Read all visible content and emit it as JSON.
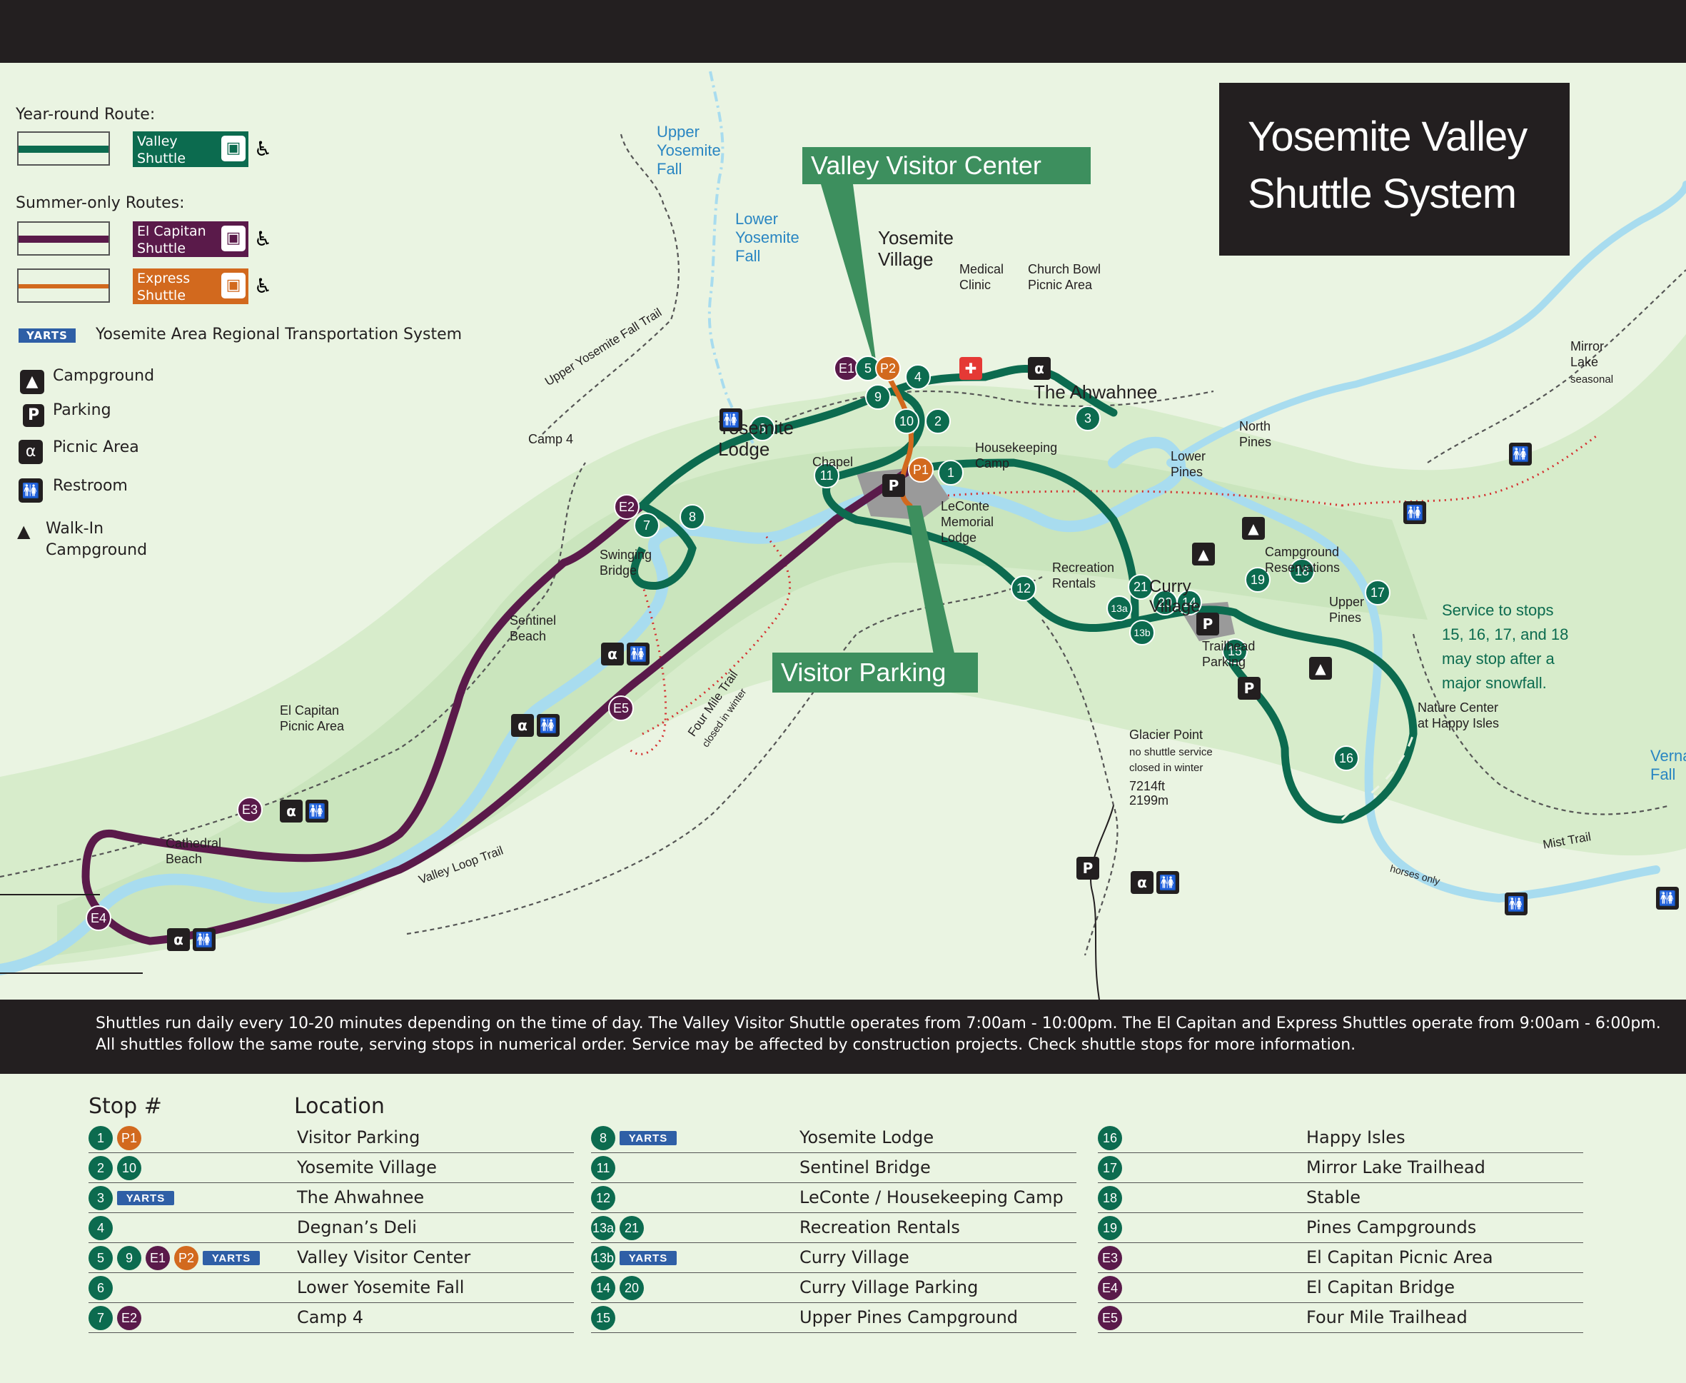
{
  "title": {
    "line1": "Yosemite Valley",
    "line2": "Shuttle System"
  },
  "legend": {
    "year_round_heading": "Year-round Route:",
    "summer_heading": "Summer-only Routes:",
    "valley_shuttle": "Valley Shuttle",
    "el_capitan_shuttle": "El Capitan Shuttle",
    "express_shuttle": "Express Shuttle",
    "yarts_logo": "YARTS",
    "yarts_label": "Yosemite Area Regional Transportation System",
    "campground": "Campground",
    "parking": "Parking",
    "picnic_area": "Picnic Area",
    "restroom": "Restroom",
    "walkin_campground": "Walk-In Campground"
  },
  "callouts": {
    "valley_visitor_center": "Valley Visitor Center",
    "visitor_parking": "Visitor Parking",
    "service_note": "Service to stops 15, 16, 17, and 18 may stop after a major snowfall."
  },
  "places": {
    "upper_yosemite_fall": "Upper Yosemite Fall",
    "lower_yosemite_fall": "Lower Yosemite Fall",
    "yosemite_village": "Yosemite Village",
    "medical_clinic": "Medical Clinic",
    "church_bowl": "Church Bowl Picnic Area",
    "the_ahwahnee": "The Ahwahnee",
    "mirror_lake": "Mirror Lake",
    "seasonal": "seasonal",
    "yosemite_lodge": "Yosemite Lodge",
    "camp4": "Camp 4",
    "chapel": "Chapel",
    "housekeeping_camp": "Housekeeping Camp",
    "leconte": "LeConte Memorial Lodge",
    "north_pines": "North Pines",
    "lower_pines": "Lower Pines",
    "upper_pines": "Upper Pines",
    "campground_reservations": "Campground Reservations",
    "recreation_rentals": "Recreation Rentals",
    "curry_village": "Curry Village",
    "trailhead_parking": "Trailhead Parking",
    "nature_center": "Nature Center at Happy Isles",
    "swinging_bridge": "Swinging Bridge",
    "sentinel_beach": "Sentinel Beach",
    "four_mile_trail": "Four Mile Trail",
    "closed_in_winter": "closed in winter",
    "el_capitan_picnic": "El Capitan Picnic Area",
    "cathedral_beach": "Cathedral Beach",
    "valley_loop_trail": "Valley Loop Trail",
    "upper_yosemite_fall_trail": "Upper Yosemite Fall Trail",
    "glacier_point": "Glacier Point",
    "no_shuttle": "no shuttle service",
    "closed_winter": "closed in winter",
    "elev_ft": "7214ft",
    "elev_m": "2199m",
    "vernal_fall": "Vernal Fall",
    "mist_trail": "Mist Trail",
    "horses_only": "horses only"
  },
  "info": {
    "line1": "Shuttles run daily every 10-20 minutes depending on the time of day. The Valley Visitor Shuttle operates from 7:00am - 10:00pm. The El Capitan and Express Shuttles operate from 9:00am - 6:00pm.",
    "line2": "All shuttles follow the same route, serving stops in numerical order. Service may be affected by construction projects. Check shuttle stops for more information."
  },
  "colors": {
    "valley": "#0c6b4f",
    "el_capitan": "#5a1a4a",
    "express": "#d2691e",
    "yarts": "#2f5fa6",
    "water": "#a8dcef",
    "dark": "#231f20"
  },
  "table": {
    "stop_header": "Stop #",
    "location_header": "Location",
    "col1": [
      {
        "chips": [
          [
            "1",
            "v"
          ],
          [
            "P1",
            "x"
          ]
        ],
        "location": "Visitor Parking"
      },
      {
        "chips": [
          [
            "2",
            "v"
          ],
          [
            "10",
            "v"
          ]
        ],
        "location": "Yosemite Village"
      },
      {
        "chips": [
          [
            "3",
            "v"
          ],
          [
            "YARTS",
            "y"
          ]
        ],
        "location": "The Ahwahnee"
      },
      {
        "chips": [
          [
            "4",
            "v"
          ]
        ],
        "location": "Degnan’s Deli"
      },
      {
        "chips": [
          [
            "5",
            "v"
          ],
          [
            "9",
            "v"
          ],
          [
            "E1",
            "e"
          ],
          [
            "P2",
            "x"
          ],
          [
            "YARTS",
            "y"
          ]
        ],
        "location": "Valley Visitor Center"
      },
      {
        "chips": [
          [
            "6",
            "v"
          ]
        ],
        "location": "Lower Yosemite Fall"
      },
      {
        "chips": [
          [
            "7",
            "v"
          ],
          [
            "E2",
            "e"
          ]
        ],
        "location": "Camp 4"
      }
    ],
    "col2": [
      {
        "chips": [
          [
            "8",
            "v"
          ],
          [
            "YARTS",
            "y"
          ]
        ],
        "location": "Yosemite Lodge"
      },
      {
        "chips": [
          [
            "11",
            "v"
          ]
        ],
        "location": "Sentinel Bridge"
      },
      {
        "chips": [
          [
            "12",
            "v"
          ]
        ],
        "location": "LeConte / Housekeeping Camp"
      },
      {
        "chips": [
          [
            "13a",
            "v"
          ],
          [
            "21",
            "v"
          ]
        ],
        "location": "Recreation Rentals"
      },
      {
        "chips": [
          [
            "13b",
            "v"
          ],
          [
            "YARTS",
            "y"
          ]
        ],
        "location": "Curry Village"
      },
      {
        "chips": [
          [
            "14",
            "v"
          ],
          [
            "20",
            "v"
          ]
        ],
        "location": "Curry Village Parking"
      },
      {
        "chips": [
          [
            "15",
            "v"
          ]
        ],
        "location": "Upper Pines Campground"
      }
    ],
    "col3": [
      {
        "chips": [
          [
            "16",
            "v"
          ]
        ],
        "location": "Happy Isles"
      },
      {
        "chips": [
          [
            "17",
            "v"
          ]
        ],
        "location": "Mirror Lake Trailhead"
      },
      {
        "chips": [
          [
            "18",
            "v"
          ]
        ],
        "location": "Stable"
      },
      {
        "chips": [
          [
            "19",
            "v"
          ]
        ],
        "location": "Pines Campgrounds"
      },
      {
        "chips": [
          [
            "E3",
            "e"
          ]
        ],
        "location": "El Capitan Picnic Area"
      },
      {
        "chips": [
          [
            "E4",
            "e"
          ]
        ],
        "location": "El Capitan Bridge"
      },
      {
        "chips": [
          [
            "E5",
            "e"
          ]
        ],
        "location": "Four Mile Trailhead"
      }
    ]
  },
  "map_stops": [
    {
      "id": "E1",
      "t": "e"
    },
    {
      "id": "5",
      "t": "v"
    },
    {
      "id": "P2",
      "t": "x"
    },
    {
      "id": "4",
      "t": "v"
    },
    {
      "id": "9",
      "t": "v"
    },
    {
      "id": "10",
      "t": "v"
    },
    {
      "id": "2",
      "t": "v"
    },
    {
      "id": "3",
      "t": "v"
    },
    {
      "id": "6",
      "t": "v"
    },
    {
      "id": "11",
      "t": "v"
    },
    {
      "id": "P1",
      "t": "x"
    },
    {
      "id": "1",
      "t": "v"
    },
    {
      "id": "E2",
      "t": "e"
    },
    {
      "id": "7",
      "t": "v"
    },
    {
      "id": "8",
      "t": "v"
    },
    {
      "id": "12",
      "t": "v"
    },
    {
      "id": "21",
      "t": "v"
    },
    {
      "id": "20",
      "t": "v"
    },
    {
      "id": "14",
      "t": "v"
    },
    {
      "id": "13a",
      "t": "v"
    },
    {
      "id": "13b",
      "t": "v"
    },
    {
      "id": "19",
      "t": "v"
    },
    {
      "id": "18",
      "t": "v"
    },
    {
      "id": "17",
      "t": "v"
    },
    {
      "id": "15",
      "t": "v"
    },
    {
      "id": "16",
      "t": "v"
    },
    {
      "id": "E3",
      "t": "e"
    },
    {
      "id": "E4",
      "t": "e"
    },
    {
      "id": "E5",
      "t": "e"
    }
  ]
}
